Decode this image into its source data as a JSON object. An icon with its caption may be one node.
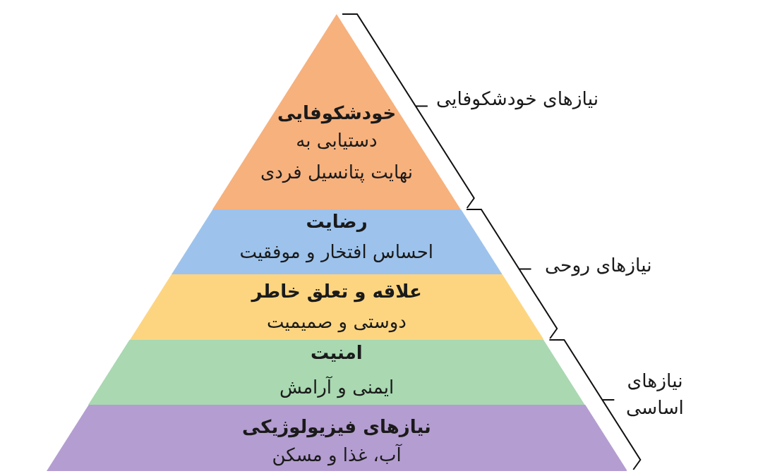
{
  "diagram": {
    "nodes": [
      {
        "text": [
          "خودشکوفایی",
          "دستیابی به نهایت پتانسیل فردی"
        ]
      },
      {
        "text": [
          "رضایت",
          "احساس افتخار و موفقیت"
        ]
      },
      {
        "text": [
          "علاقه و تعلق خاطر",
          "دوستی و صمیمیت"
        ]
      },
      {
        "text": [
          "امنیت",
          "ایمنی و آرامش"
        ]
      },
      {
        "text": [
          "نیازهای فیزیولوژیکی",
          "آب، غذا و مسکن"
        ]
      }
    ],
    "labels": [
      "نیازهای خودشکوفایی",
      "نیازهای روحی",
      "نیازهای اساسی"
    ]
  }
}
